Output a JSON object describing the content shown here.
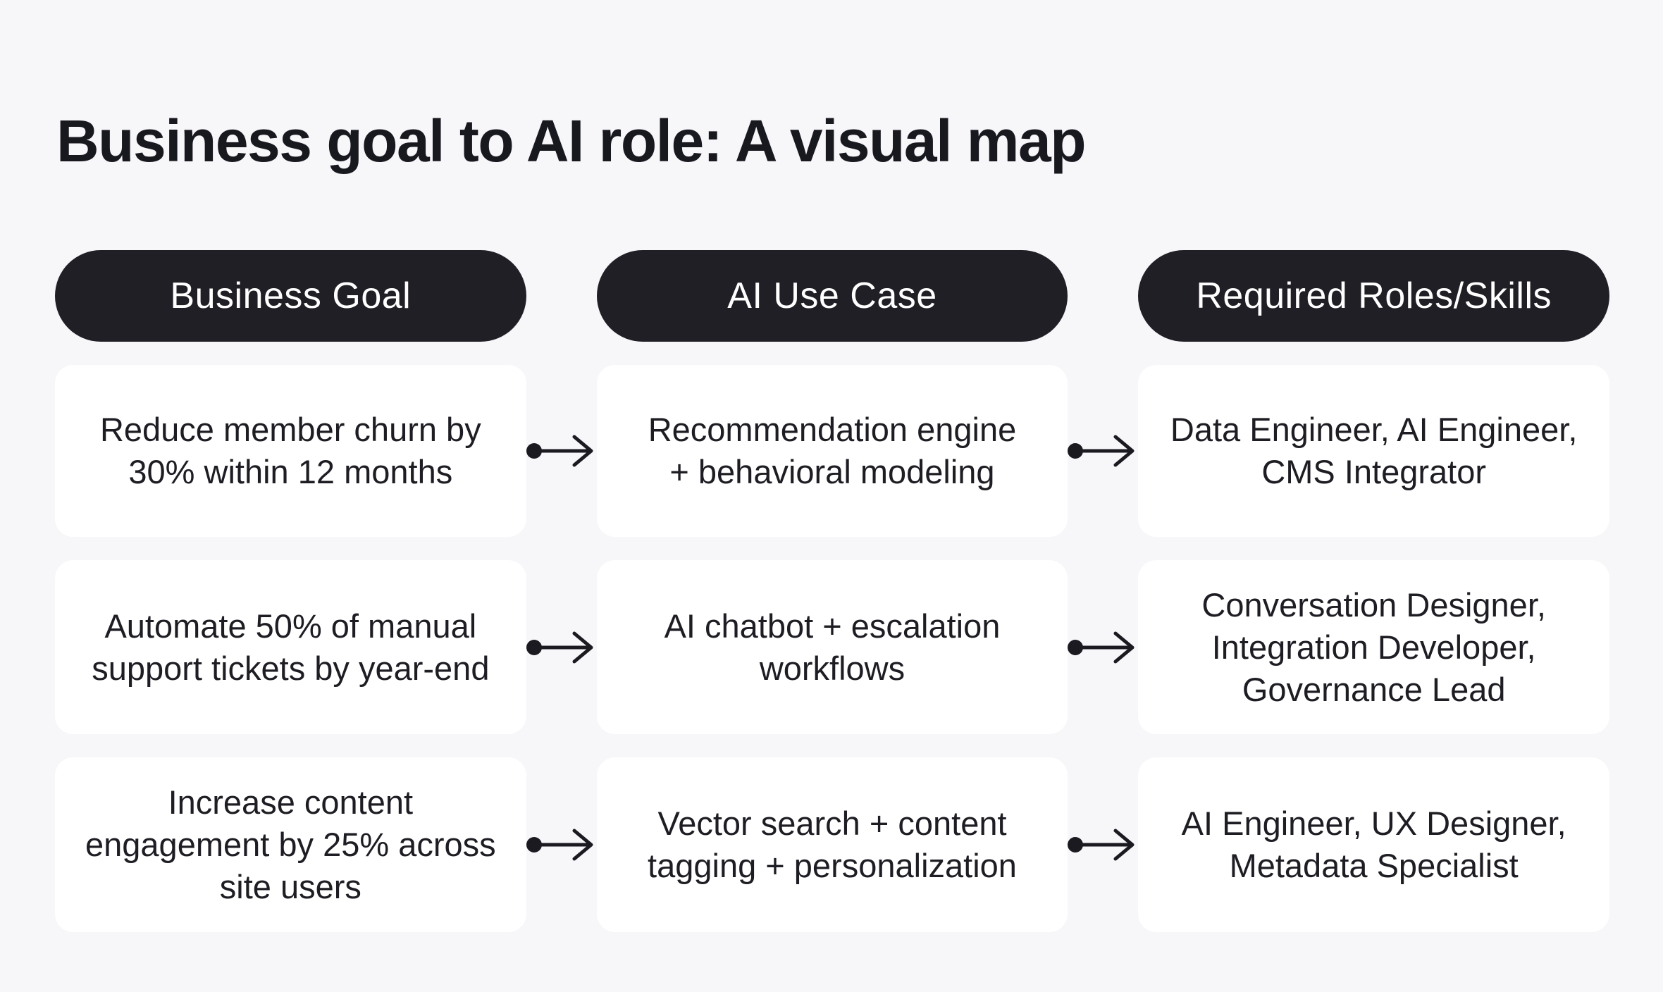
{
  "title": "Business goal to AI role: A visual map",
  "columns": [
    {
      "header": "Business Goal"
    },
    {
      "header": "AI Use Case"
    },
    {
      "header": "Required Roles/Skills"
    }
  ],
  "rows": [
    {
      "business_goal": "Reduce member churn by\n30% within 12 months",
      "ai_use_case": "Recommendation engine\n+ behavioral modeling",
      "required_roles": "Data Engineer, AI Engineer,\nCMS Integrator"
    },
    {
      "business_goal": "Automate 50% of manual\nsupport tickets by year-end",
      "ai_use_case": "AI chatbot + escalation\nworkflows",
      "required_roles": "Conversation Designer,\nIntegration Developer,\nGovernance Lead"
    },
    {
      "business_goal": "Increase content\nengagement by 25% across\nsite users",
      "ai_use_case": "Vector search + content\ntagging + personalization",
      "required_roles": "AI Engineer, UX Designer,\nMetadata Specialist"
    }
  ],
  "icons": {
    "connector": "dot-arrow-right"
  },
  "colors": {
    "background": "#f7f7fa",
    "card": "#ffffff",
    "pill": "#211f26",
    "pill_text": "#ffffff",
    "text": "#1d1d23",
    "title": "#18181f",
    "arrow": "#1b1a20"
  }
}
